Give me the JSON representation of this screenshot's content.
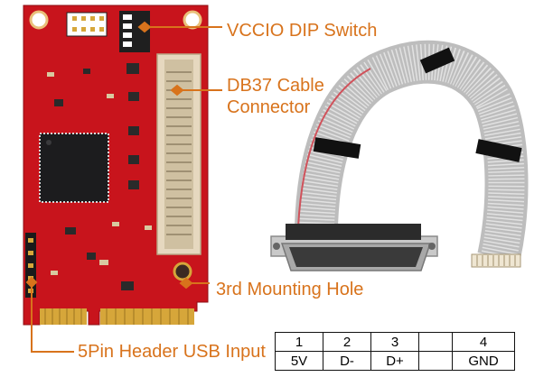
{
  "callouts": {
    "dip_switch": "VCCIO DIP Switch",
    "db37_line1": "DB37 Cable",
    "db37_line2": "Connector",
    "mounting_hole": "3rd Mounting Hole",
    "usb_header": "5Pin Header USB Input"
  },
  "pin_table": {
    "pins": [
      "1",
      "2",
      "3",
      "",
      "4"
    ],
    "signals": [
      "5V",
      "D-",
      "D+",
      "",
      "GND"
    ]
  },
  "colors": {
    "callout_text": "#d8731c",
    "pcb": "#c8141c",
    "connector": "#e6d8bf"
  }
}
